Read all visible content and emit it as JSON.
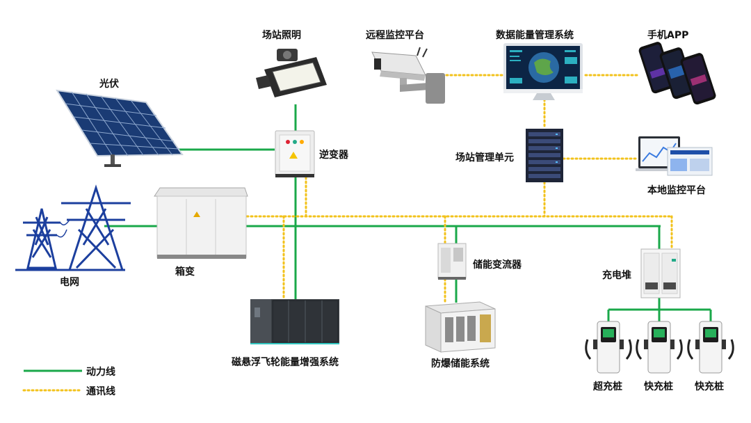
{
  "labels": {
    "solar": "光伏",
    "lighting": "场站照明",
    "remote_monitor": "远程监控平台",
    "ems": "数据能量管理系统",
    "app": "手机APP",
    "inverter": "逆变器",
    "station_unit": "场站管理单元",
    "local_monitor": "本地监控平台",
    "grid": "电网",
    "box_transformer": "箱变",
    "pcs": "储能变流器",
    "charging_stack": "充电堆",
    "flywheel": "磁悬浮飞轮能量增强系统",
    "storage": "防爆储能系统",
    "super_charger": "超充桩",
    "fast_charger_1": "快充桩",
    "fast_charger_2": "快充桩"
  },
  "legend": {
    "power": "动力线",
    "comm": "通讯线"
  },
  "colors": {
    "power_line": "#1aa84a",
    "comm_line": "#f2c21b",
    "tower": "#1c3f9e"
  },
  "icons": {
    "solar": "solar-panel-icon",
    "lighting": "floodlight-icon",
    "remote_monitor": "cctv-camera-icon",
    "ems": "monitor-icon",
    "app": "smartphone-icon",
    "inverter": "inverter-cabinet-icon",
    "station_unit": "server-rack-icon",
    "local_monitor": "laptop-dashboard-icon",
    "grid": "transmission-tower-icon",
    "box_transformer": "substation-box-icon",
    "pcs": "converter-cabinet-icon",
    "charging_stack": "charging-cabinet-icon",
    "flywheel": "flywheel-container-icon",
    "storage": "battery-container-icon",
    "charger": "ev-charger-icon"
  }
}
